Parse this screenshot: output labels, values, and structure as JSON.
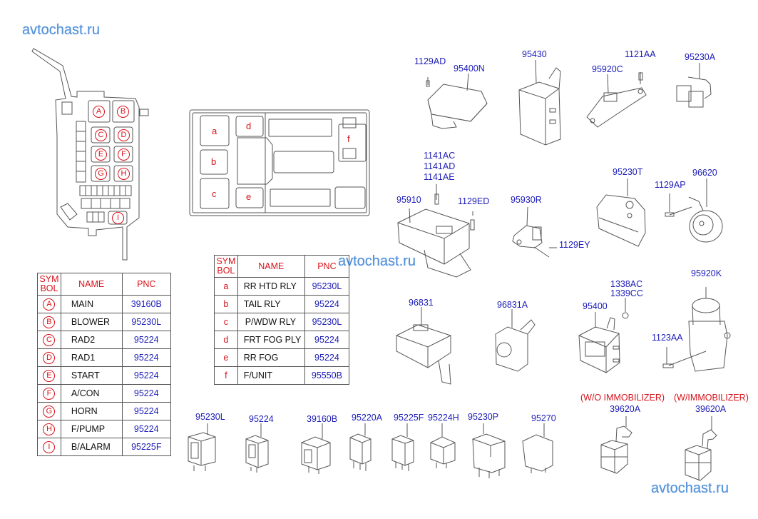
{
  "watermark": "avtochast.ru",
  "colors": {
    "part_number": "#1c1cb8",
    "symbol": "#d8121b",
    "watermark": "#4f8fd9",
    "line": "#555555"
  },
  "engine_fuse_box": {
    "symbols": [
      "A",
      "B",
      "C",
      "D",
      "E",
      "F",
      "G",
      "H",
      "I"
    ]
  },
  "junction_block": {
    "symbols": [
      "a",
      "b",
      "c",
      "d",
      "e",
      "f"
    ]
  },
  "table_upper": {
    "headers": {
      "symbol": "SYM\nBOL",
      "name": "NAME",
      "pnc": "PNC"
    },
    "rows": [
      {
        "symbol": "A",
        "name": "MAIN",
        "pnc": "39160B"
      },
      {
        "symbol": "B",
        "name": "BLOWER",
        "pnc": "95230L"
      },
      {
        "symbol": "C",
        "name": "RAD2",
        "pnc": "95224"
      },
      {
        "symbol": "D",
        "name": "RAD1",
        "pnc": "95224"
      },
      {
        "symbol": "E",
        "name": "START",
        "pnc": "95224"
      },
      {
        "symbol": "F",
        "name": "A/CON",
        "pnc": "95224"
      },
      {
        "symbol": "G",
        "name": "HORN",
        "pnc": "95224"
      },
      {
        "symbol": "H",
        "name": "F/PUMP",
        "pnc": "95224"
      },
      {
        "symbol": "I",
        "name": "B/ALARM",
        "pnc": "95225F"
      }
    ]
  },
  "table_lower": {
    "headers": {
      "symbol": "SYM\nBOL",
      "name": "NAME",
      "pnc": "PNC"
    },
    "rows": [
      {
        "symbol": "a",
        "name": "RR HTD RLY",
        "pnc": "95230L"
      },
      {
        "symbol": "b",
        "name": "TAIL RLY",
        "pnc": "95224"
      },
      {
        "symbol": "c",
        "name": "P/WDW RLY",
        "pnc": "95230L"
      },
      {
        "symbol": "d",
        "name": "FRT FOG PLY",
        "pnc": "95224"
      },
      {
        "symbol": "e",
        "name": "RR FOG",
        "pnc": "95224"
      },
      {
        "symbol": "f",
        "name": "F/UNIT",
        "pnc": "95550B"
      }
    ]
  },
  "callouts": {
    "p1129AD": "1129AD",
    "p95400N": "95400N",
    "p95430": "95430",
    "p1121AA": "1121AA",
    "p95920C": "95920C",
    "p95230A": "95230A",
    "p1141AC": "1141AC",
    "p1141AD": "1141AD",
    "p1141AE": "1141AE",
    "p95910": "95910",
    "p1129ED": "1129ED",
    "p95930R": "95930R",
    "p1129EY": "1129EY",
    "p95230T": "95230T",
    "p1129AP": "1129AP",
    "p96620": "96620",
    "p96831": "96831",
    "p96831A": "96831A",
    "p95400": "95400",
    "p1338AC": "1338AC",
    "p1339CC": "1339CC",
    "p95920K": "95920K",
    "p1123AA": "1123AA",
    "p95230L": "95230L",
    "p95224": "95224",
    "p39160B": "39160B",
    "p95220A": "95220A",
    "p95225F": "95225F",
    "p95224H": "95224H",
    "p95230P": "95230P",
    "p95270": "95270",
    "p39620A_wo": "39620A",
    "p39620A_w": "39620A"
  },
  "notes": {
    "without_immobilizer": "(W/O IMMOBILIZER)",
    "with_immobilizer": "(W/IMMOBILIZER)"
  }
}
